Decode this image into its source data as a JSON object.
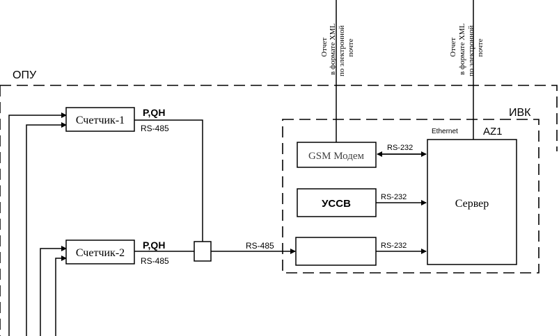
{
  "regions": {
    "opu_label": "ОПУ",
    "ivk_label": "ИВК",
    "az1_label": "AZ1"
  },
  "meters": [
    {
      "label": "Счетчик-1",
      "signal": "P,QH",
      "interface": "RS-485"
    },
    {
      "label": "Счетчик-2",
      "signal": "P,QH",
      "interface": "RS-485"
    }
  ],
  "devices": {
    "gsm_modem": "GSM Модем",
    "ussv": "УССВ",
    "converter": "",
    "server": "Сервер"
  },
  "links": {
    "bus_rs485": "RS-485",
    "modem_rs232": "RS-232",
    "ussv_rs232": "RS-232",
    "converter_rs232": "RS-232",
    "ethernet": "Ethernet"
  },
  "reports": [
    {
      "line1": "Отчет",
      "line2": "в формате XML",
      "line3": "по электронной",
      "line4": "почте"
    },
    {
      "line1": "Отчет",
      "line2": "в формате XML",
      "line3": "по электронной",
      "line4": "почте"
    }
  ]
}
